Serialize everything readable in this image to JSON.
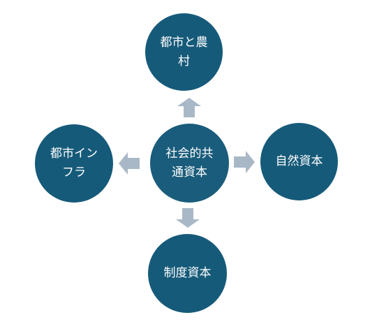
{
  "colors": {
    "node_fill": "#165a79",
    "center_fill": "#1a5c7b",
    "node_text": "#ffffff",
    "arrow_fill": "#a9b8c6"
  },
  "nodes": {
    "center": {
      "label": "社会的共\n通資本"
    },
    "top": {
      "label": "都市と農\n村"
    },
    "left": {
      "label": "都市イン\nフラ"
    },
    "right": {
      "label": "自然資本"
    },
    "bottom": {
      "label": "制度資本"
    }
  }
}
